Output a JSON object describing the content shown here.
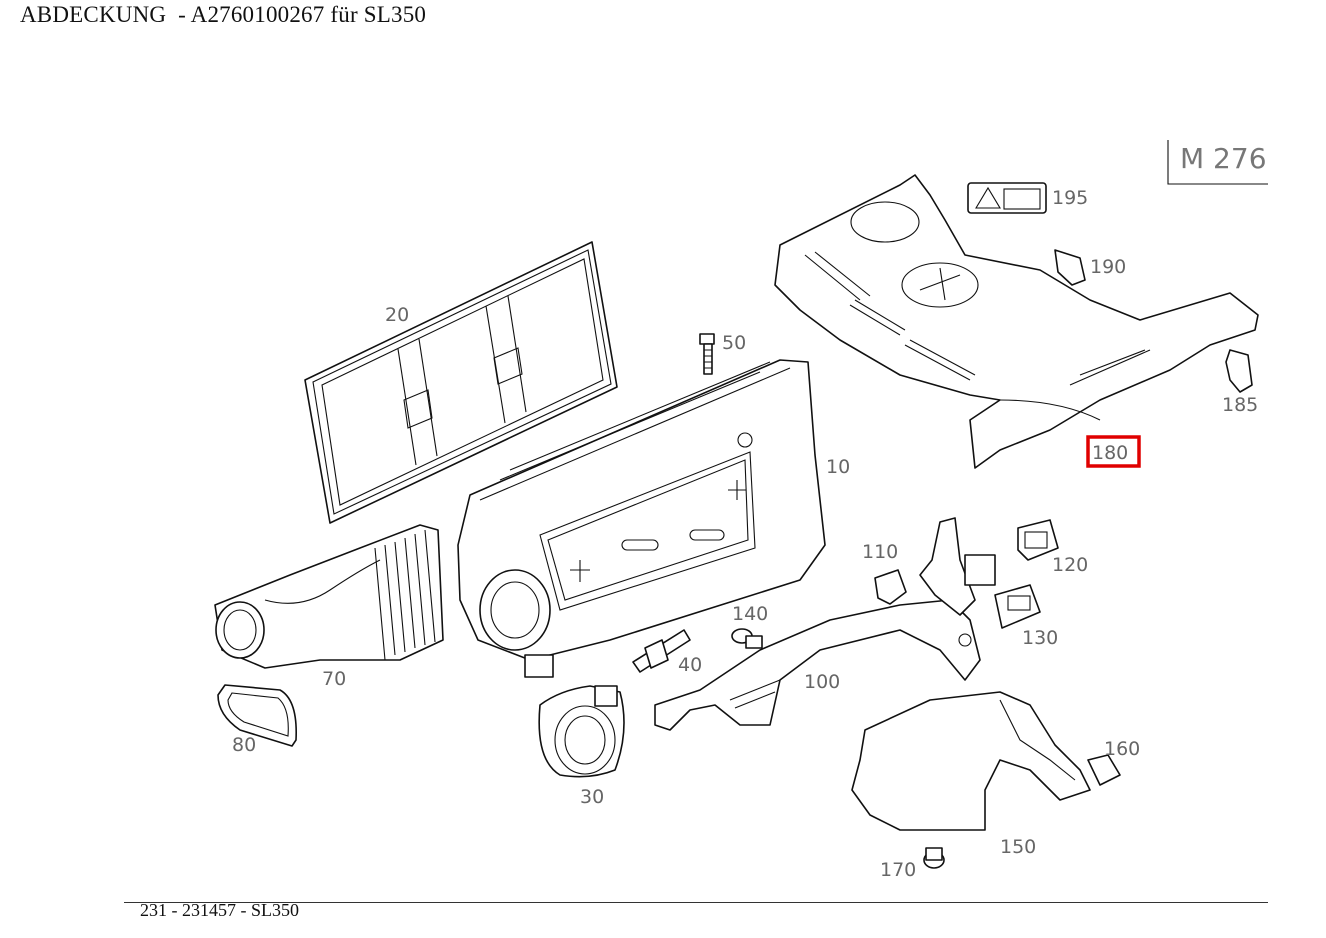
{
  "header": {
    "title": "ABDECKUNG  - A2760100267 für SL350"
  },
  "engine_code": "M 276",
  "callouts": {
    "c10": "10",
    "c20": "20",
    "c30": "30",
    "c40": "40",
    "c50": "50",
    "c70": "70",
    "c80": "80",
    "c100": "100",
    "c110": "110",
    "c120": "120",
    "c130": "130",
    "c140": "140",
    "c150": "150",
    "c160": "160",
    "c170": "170",
    "c180": "180",
    "c185": "185",
    "c190": "190",
    "c195": "195"
  },
  "highlighted_part": "180",
  "highlight_color": "#e00000",
  "footer": {
    "ref": "231 - 231457 - SL350"
  }
}
